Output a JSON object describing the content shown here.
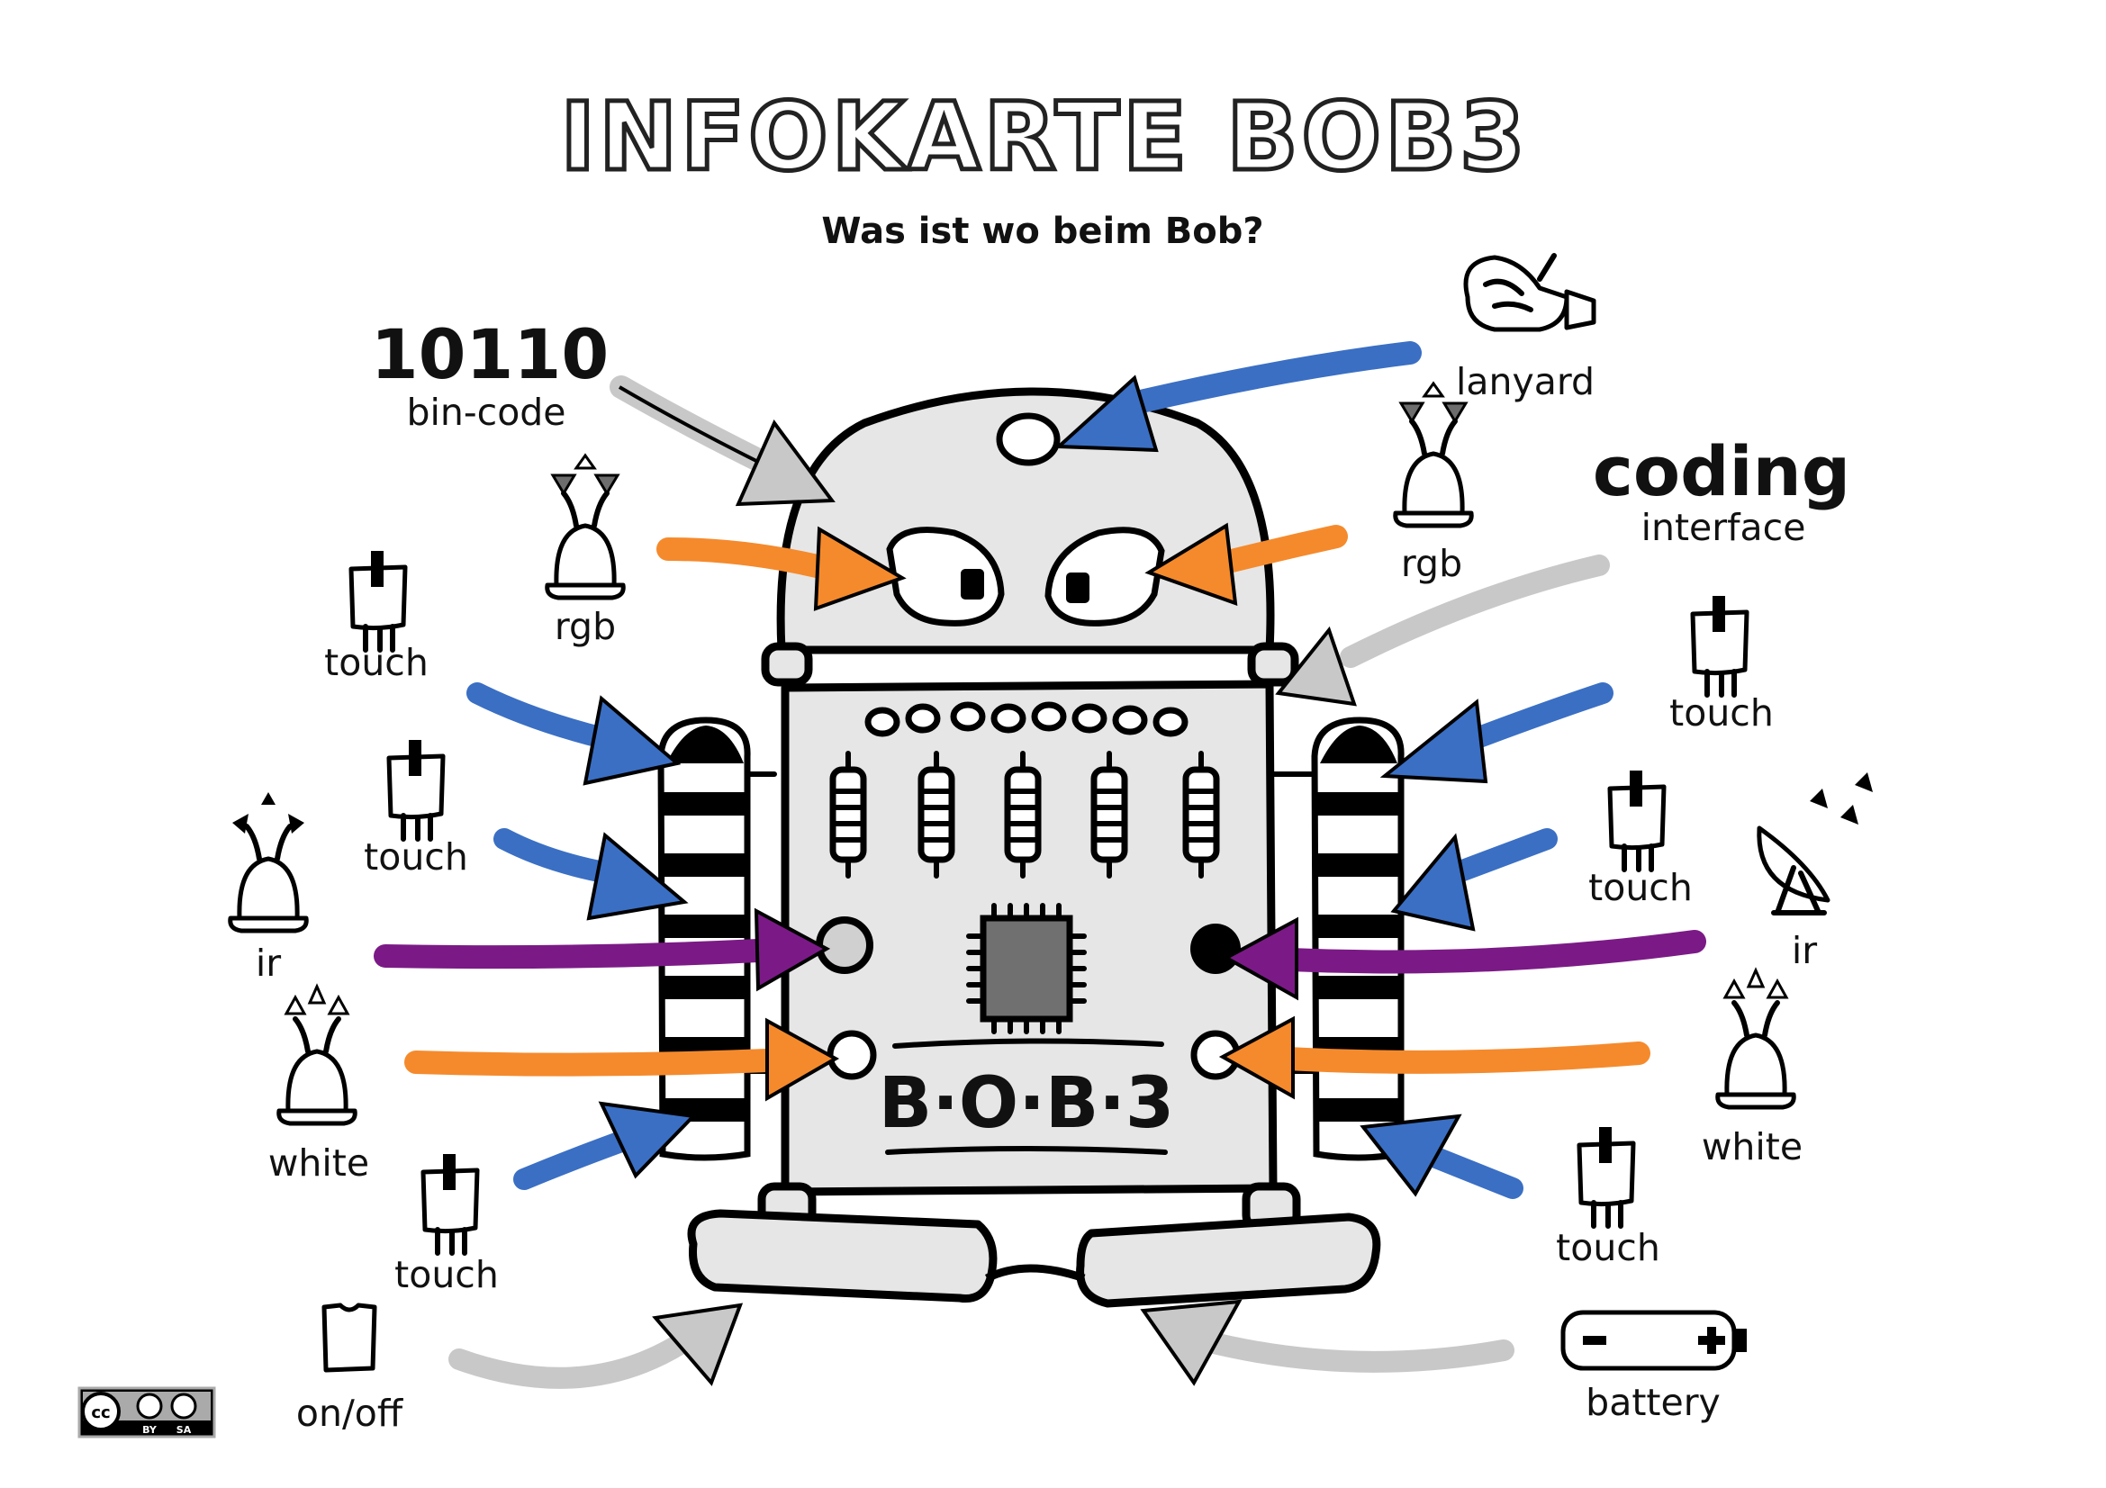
{
  "header": {
    "title": "INFOKARTE BOB3",
    "subtitle": "Was ist wo beim Bob?"
  },
  "robot": {
    "nameplate": "B·O·B·3"
  },
  "labels": {
    "bin_code_number": "10110",
    "bin_code": "bin-code",
    "lanyard": "lanyard",
    "coding": "coding",
    "interface": "interface",
    "rgb_left": "rgb",
    "rgb_right": "rgb",
    "touch_left_1": "touch",
    "touch_left_2": "touch",
    "touch_left_3": "touch",
    "touch_right_1": "touch",
    "touch_right_2": "touch",
    "touch_right_3": "touch",
    "ir_left": "ir",
    "ir_right": "ir",
    "white_left": "white",
    "white_right": "white",
    "on_off": "on/off",
    "battery": "battery"
  },
  "license": {
    "badge": "cc",
    "by": "BY",
    "sa": "SA"
  },
  "colors": {
    "arrow_blue": "#3a6fc4",
    "arrow_orange": "#f58a2c",
    "arrow_purple": "#7b1a86",
    "arrow_gray": "#c8c8c8",
    "robot_body": "#e6e6e6",
    "chip": "#707070"
  },
  "icons": [
    "led-bulb-icon",
    "touch-pad-icon",
    "lanyard-icon",
    "ir-dish-icon",
    "on-off-switch-icon",
    "battery-icon",
    "cc-license-icon"
  ]
}
